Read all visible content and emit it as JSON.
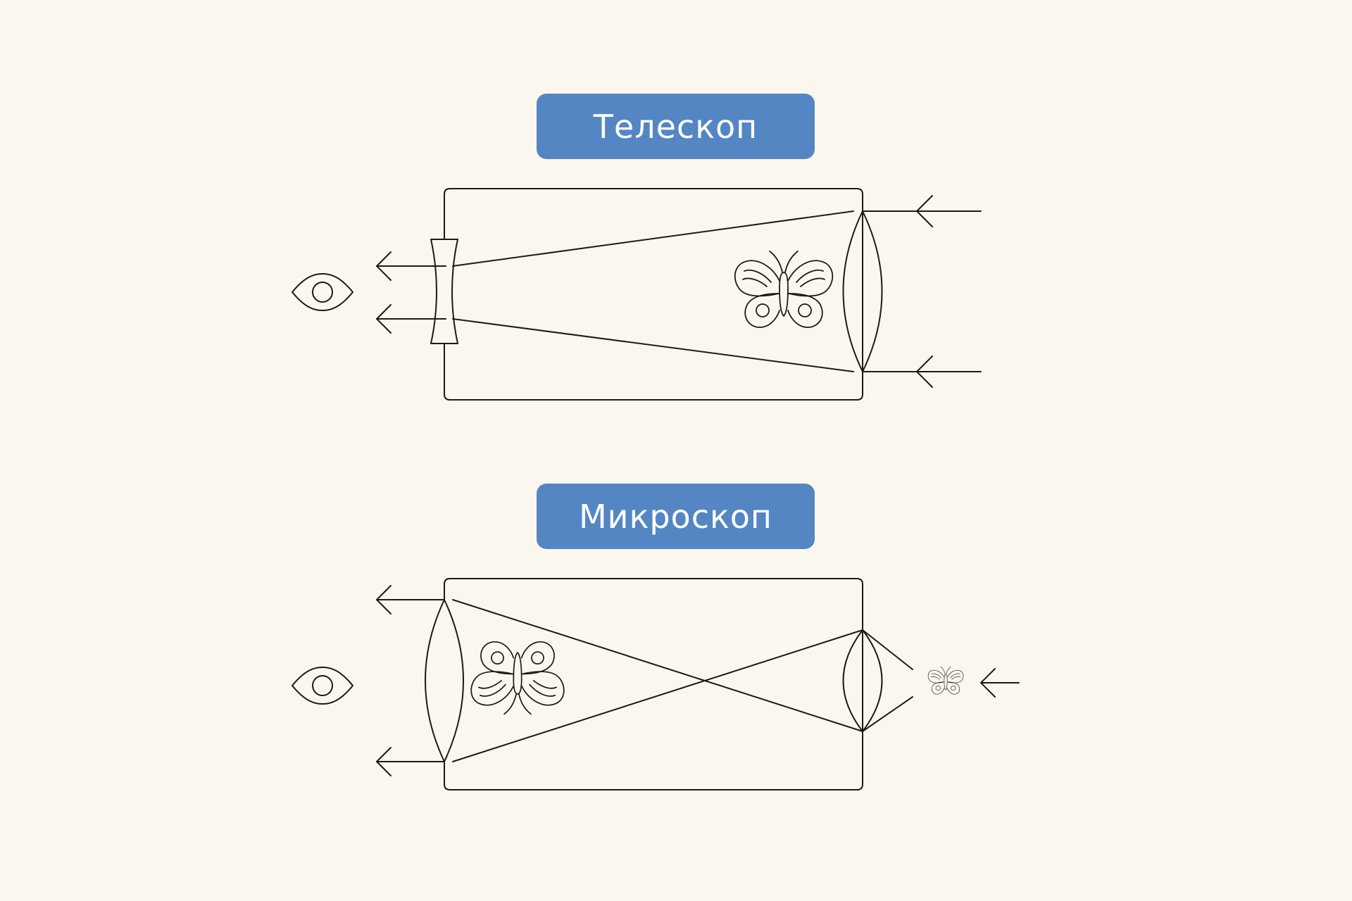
{
  "colors": {
    "background": "#FCF7EE",
    "badge": "#5486C4",
    "badge_text": "#FFFFFF",
    "line": "#1A1A1A"
  },
  "telescope": {
    "title": "Телескоп",
    "icons": [
      "eye-icon",
      "butterfly-icon"
    ],
    "eyepiece": "concave-lens",
    "objective": "convex-lens"
  },
  "microscope": {
    "title": "Микроскоп",
    "icons": [
      "eye-icon",
      "butterfly-icon",
      "small-butterfly-icon"
    ],
    "eyepiece": "convex-lens",
    "objective": "convex-lens"
  }
}
